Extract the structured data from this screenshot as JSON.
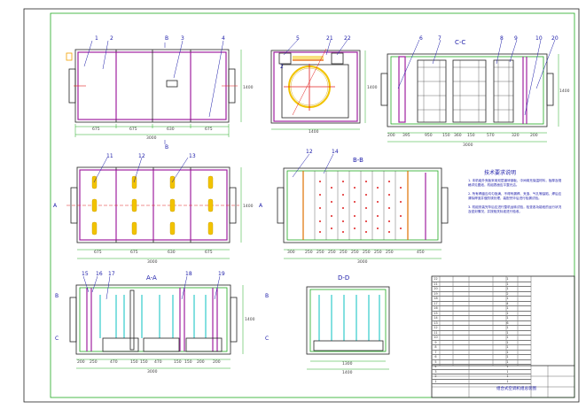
{
  "drawing": {
    "views": {
      "front": {
        "labels": [
          "1",
          "2",
          "3",
          "4"
        ],
        "section_mark": "B",
        "dims": [
          "675",
          "675",
          "630",
          "675"
        ],
        "total": "3000",
        "height": "1400"
      },
      "side": {
        "labels": [
          "5",
          "21",
          "22"
        ],
        "width": "1400",
        "height": "1400"
      },
      "section_cc": {
        "title": "C-C",
        "labels": [
          "6",
          "7",
          "8",
          "9",
          "10",
          "20"
        ],
        "dims": [
          "200",
          "395",
          "950",
          "150",
          "360",
          "150",
          "570",
          "320",
          "200"
        ],
        "total": "3000",
        "height": "1400"
      },
      "top": {
        "labels": [
          "11",
          "12",
          "13"
        ],
        "section_mark": "A",
        "dims": [
          "675",
          "675",
          "630",
          "675"
        ],
        "total": "3000",
        "height": "1400"
      },
      "section_bb": {
        "title": "B-B",
        "labels": [
          "12",
          "14"
        ],
        "dims": [
          "300",
          "250",
          "250",
          "250",
          "250",
          "250",
          "250",
          "250",
          "250",
          "450"
        ],
        "total": "3000"
      },
      "section_aa": {
        "title": "A-A",
        "labels": [
          "15",
          "16",
          "17",
          "18",
          "19"
        ],
        "marks": [
          "B",
          "B",
          "C",
          "C"
        ],
        "dims": [
          "200",
          "250",
          "470",
          "150",
          "150",
          "470",
          "150",
          "150",
          "200",
          "200"
        ],
        "total": "3000",
        "height": "1400"
      },
      "section_dd": {
        "title": "D-D",
        "width_inner": "1300",
        "width": "1400"
      }
    },
    "notes": {
      "heading": "技术要求说明",
      "paragraphs": [
        "1. 本机组外壳板采用双层镀锌钢板，中间填充保温材料，板厚及规格详见图纸，机组表面应平整光洁。",
        "2. 所有焊缝应均匀饱满，不得有漏焊、夹渣、气孔等缺陷，焊后应清除焊渣并做防锈处理，装配完毕后进行检漏试验。",
        "3. 机组安装完毕后应进行整机运转试验，检查各功能段的运行状况及密封情况，并按相关标准进行验收。"
      ]
    },
    "title_block": {
      "drawing_name": "组合式空调机组总装图",
      "table_rows": [
        {
          "no": "22",
          "name": "",
          "qty": "1"
        },
        {
          "no": "21",
          "name": "",
          "qty": "1"
        },
        {
          "no": "20",
          "name": "",
          "qty": "1"
        },
        {
          "no": "19",
          "name": "",
          "qty": "2"
        },
        {
          "no": "18",
          "name": "",
          "qty": "1"
        },
        {
          "no": "17",
          "name": "",
          "qty": "4"
        },
        {
          "no": "16",
          "name": "",
          "qty": "1"
        },
        {
          "no": "15",
          "name": "",
          "qty": "1"
        },
        {
          "no": "14",
          "name": "",
          "qty": "1"
        },
        {
          "no": "13",
          "name": "",
          "qty": "6"
        },
        {
          "no": "12",
          "name": "",
          "qty": "1"
        },
        {
          "no": "11",
          "name": "",
          "qty": "1"
        },
        {
          "no": "10",
          "name": "",
          "qty": "1"
        },
        {
          "no": "9",
          "name": "",
          "qty": "1"
        },
        {
          "no": "8",
          "name": "",
          "qty": "1"
        },
        {
          "no": "7",
          "name": "",
          "qty": "1"
        },
        {
          "no": "6",
          "name": "",
          "qty": "1"
        },
        {
          "no": "5",
          "name": "",
          "qty": "1"
        },
        {
          "no": "4",
          "name": "",
          "qty": "1"
        },
        {
          "no": "3",
          "name": "",
          "qty": "1"
        },
        {
          "no": "2",
          "name": "",
          "qty": "1"
        },
        {
          "no": "1",
          "name": "",
          "qty": "1"
        }
      ]
    }
  }
}
